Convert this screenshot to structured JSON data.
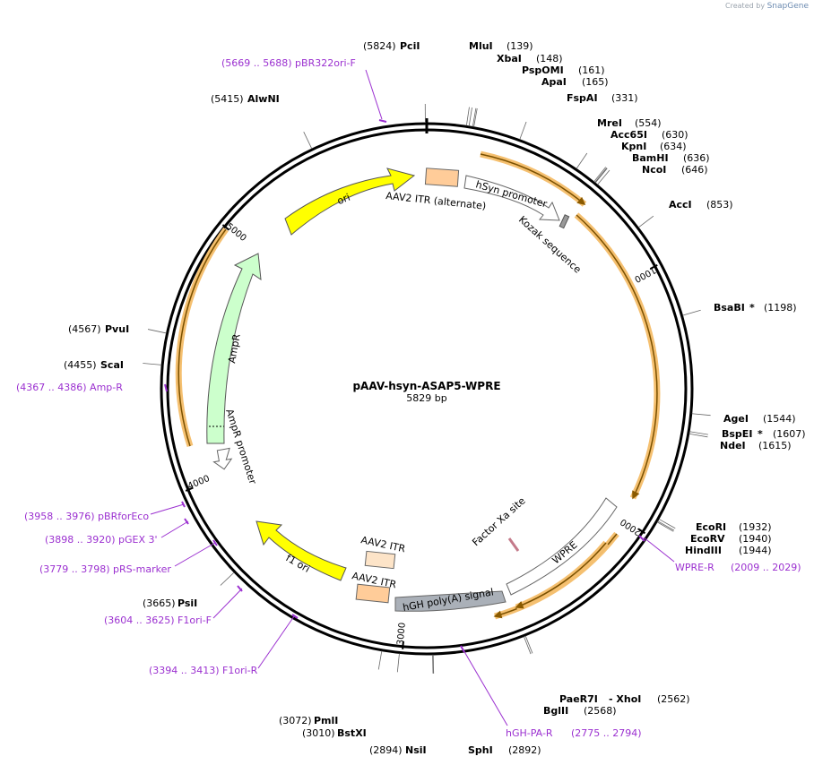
{
  "credit": {
    "prefix": "Created by",
    "brand": "SnapGene"
  },
  "plasmid": {
    "name": "pAAV-hsyn-ASAP5-WPRE",
    "size_label": "5829 bp",
    "length": 5829
  },
  "colors": {
    "backbone": "#000000",
    "ori": "#ffff00",
    "ampr": "#ccffcc",
    "itr": "#ffcc99",
    "promoter": "#ffffff",
    "wpre": "#ffffff",
    "polya": "#aab0b8",
    "f1ori": "#ffff00",
    "cds_orange": "#ff9900",
    "primer": "#9b30d0",
    "factor_xa": "#c47a8a"
  },
  "ticks": [
    {
      "pos": 1000,
      "label": "1000"
    },
    {
      "pos": 2000,
      "label": "2000"
    },
    {
      "pos": 3000,
      "label": "3000"
    },
    {
      "pos": 4000,
      "label": "4000"
    },
    {
      "pos": 5000,
      "label": "5000"
    }
  ],
  "sites": [
    {
      "name": "PciI",
      "pos": "(5824)",
      "bp": 5824,
      "side": "left",
      "star": ""
    },
    {
      "name": "MluI",
      "pos": "(139)",
      "bp": 139,
      "side": "right",
      "star": ""
    },
    {
      "name": "XbaI",
      "pos": "(148)",
      "bp": 148,
      "side": "right",
      "star": ""
    },
    {
      "name": "PspOMI",
      "pos": "(161)",
      "bp": 161,
      "side": "right",
      "star": ""
    },
    {
      "name": "ApaI",
      "pos": "(165)",
      "bp": 165,
      "side": "right",
      "star": ""
    },
    {
      "name": "FspAI",
      "pos": "(331)",
      "bp": 331,
      "side": "right",
      "star": ""
    },
    {
      "name": "MreI",
      "pos": "(554)",
      "bp": 554,
      "side": "right",
      "star": ""
    },
    {
      "name": "Acc65I",
      "pos": "(630)",
      "bp": 630,
      "side": "right",
      "star": ""
    },
    {
      "name": "KpnI",
      "pos": "(634)",
      "bp": 634,
      "side": "right",
      "star": ""
    },
    {
      "name": "BamHI",
      "pos": "(636)",
      "bp": 636,
      "side": "right",
      "star": ""
    },
    {
      "name": "NcoI",
      "pos": "(646)",
      "bp": 646,
      "side": "right",
      "star": ""
    },
    {
      "name": "AccI",
      "pos": "(853)",
      "bp": 853,
      "side": "right",
      "star": ""
    },
    {
      "name": "BsaBI",
      "pos": "(1198)",
      "bp": 1198,
      "side": "right",
      "star": "*"
    },
    {
      "name": "AgeI",
      "pos": "(1544)",
      "bp": 1544,
      "side": "right",
      "star": ""
    },
    {
      "name": "BspEI",
      "pos": "(1607)",
      "bp": 1607,
      "side": "right",
      "star": "*"
    },
    {
      "name": "NdeI",
      "pos": "(1615)",
      "bp": 1615,
      "side": "right",
      "star": ""
    },
    {
      "name": "EcoRI",
      "pos": "(1932)",
      "bp": 1932,
      "side": "right",
      "star": ""
    },
    {
      "name": "EcoRV",
      "pos": "(1940)",
      "bp": 1940,
      "side": "right",
      "star": ""
    },
    {
      "name": "HindIII",
      "pos": "(1944)",
      "bp": 1944,
      "side": "right",
      "star": ""
    },
    {
      "name": "PaeR7I",
      "pos": "",
      "bp": 2562,
      "side": "right",
      "star": ""
    },
    {
      "name": "- XhoI",
      "pos": "(2562)",
      "bp": 2562,
      "side": "right",
      "star": ""
    },
    {
      "name": "BglII",
      "pos": "(2568)",
      "bp": 2568,
      "side": "right",
      "star": ""
    },
    {
      "name": "SphI",
      "pos": "(2892)",
      "bp": 2892,
      "side": "right",
      "star": ""
    },
    {
      "name": "NsiI",
      "pos": "(2894)",
      "bp": 2894,
      "side": "left",
      "star": ""
    },
    {
      "name": "BstXI",
      "pos": "(3010)",
      "bp": 3010,
      "side": "left",
      "star": ""
    },
    {
      "name": "PmlI",
      "pos": "(3072)",
      "bp": 3072,
      "side": "left",
      "star": ""
    },
    {
      "name": "PsiI",
      "pos": "(3665)",
      "bp": 3665,
      "side": "left",
      "star": ""
    },
    {
      "name": "ScaI",
      "pos": "(4455)",
      "bp": 4455,
      "side": "left",
      "star": ""
    },
    {
      "name": "PvuI",
      "pos": "(4567)",
      "bp": 4567,
      "side": "left",
      "star": ""
    },
    {
      "name": "AlwNI",
      "pos": "(5415)",
      "bp": 5415,
      "side": "left",
      "star": ""
    }
  ],
  "primers": [
    {
      "label": "(5669 .. 5688)  pBR322ori-F",
      "bp": 5678
    },
    {
      "label": "WPRE-R",
      "range": "(2009 .. 2029)",
      "bp": 2019
    },
    {
      "label": "hGH-PA-R",
      "range": "(2775 .. 2794)",
      "bp": 2784
    },
    {
      "label": "(3394 .. 3413)  F1ori-R",
      "bp": 3403
    },
    {
      "label": "(3604 .. 3625)  F1ori-F",
      "bp": 3614
    },
    {
      "label": "(3779 .. 3798)  pRS-marker",
      "bp": 3788
    },
    {
      "label": "(3898 .. 3920)  pGEX 3'",
      "bp": 3909
    },
    {
      "label": "(3958 .. 3976)  pBRforEco",
      "bp": 3967
    },
    {
      "label": "(4367 .. 4386)  Amp-R",
      "bp": 4376
    }
  ],
  "features": [
    {
      "label": "ori",
      "type": "yellow-arrow"
    },
    {
      "label": "AAV2 ITR (alternate)",
      "type": "box"
    },
    {
      "label": "hSyn promoter",
      "type": "white-arrow"
    },
    {
      "label": "Kozak sequence",
      "type": "small"
    },
    {
      "label": "WPRE",
      "type": "white-arrow"
    },
    {
      "label": "Factor Xa site",
      "type": "small"
    },
    {
      "label": "hGH poly(A) signal",
      "type": "gray-arrow"
    },
    {
      "label": "AAV2 ITR",
      "type": "box-upper"
    },
    {
      "label": "AAV2 ITR",
      "type": "box-lower"
    },
    {
      "label": "f1 ori",
      "type": "yellow-arrow"
    },
    {
      "label": "AmpR promoter",
      "type": "white-arrow"
    },
    {
      "label": "AmpR",
      "type": "green-arrow"
    }
  ]
}
